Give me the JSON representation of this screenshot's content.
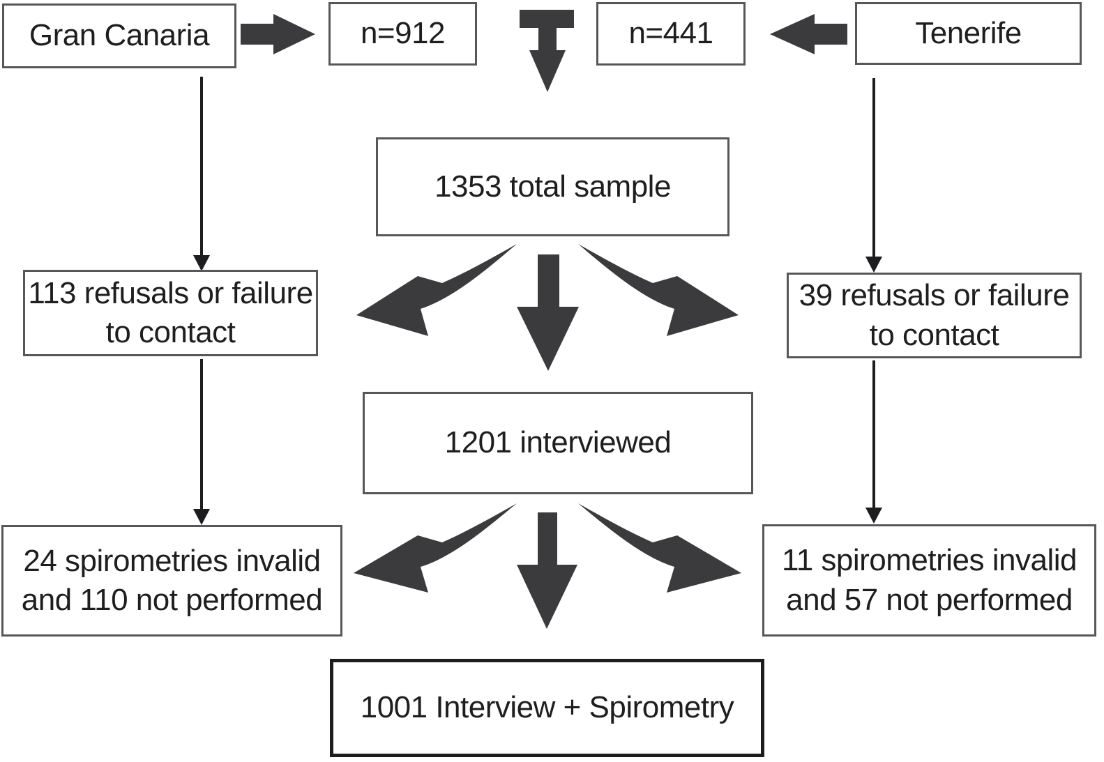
{
  "figure": {
    "type": "flow-diagram",
    "description_colors": {
      "background": "#ffffff",
      "block_arrow": "#3b3b3d",
      "thin_arrow": "#1d1d1f",
      "box_border": "#55575a",
      "final_box_border": "#1d1d1f",
      "text": "#1e1e20"
    }
  },
  "nodes": {
    "gran_canaria": {
      "lines": [
        "Gran Canaria"
      ]
    },
    "n_gran_canaria": {
      "lines": [
        "n=912"
      ]
    },
    "n_tenerife": {
      "lines": [
        "n=441"
      ]
    },
    "tenerife": {
      "lines": [
        "Tenerife"
      ]
    },
    "total_sample": {
      "lines": [
        "1353 total sample"
      ]
    },
    "refusals_gran_canaria": {
      "lines": [
        "113 refusals or failure",
        "to contact"
      ]
    },
    "refusals_tenerife": {
      "lines": [
        "39 refusals or failure",
        "to contact"
      ]
    },
    "interviewed": {
      "lines": [
        "1201 interviewed"
      ]
    },
    "spirometries_gran_canaria": {
      "lines": [
        "24 spirometries invalid",
        "and 110 not performed"
      ]
    },
    "spirometries_tenerife": {
      "lines": [
        "11 spirometries invalid",
        "and 57 not performed"
      ]
    },
    "final_sample": {
      "lines": [
        "1001 Interview + Spirometry"
      ]
    }
  }
}
